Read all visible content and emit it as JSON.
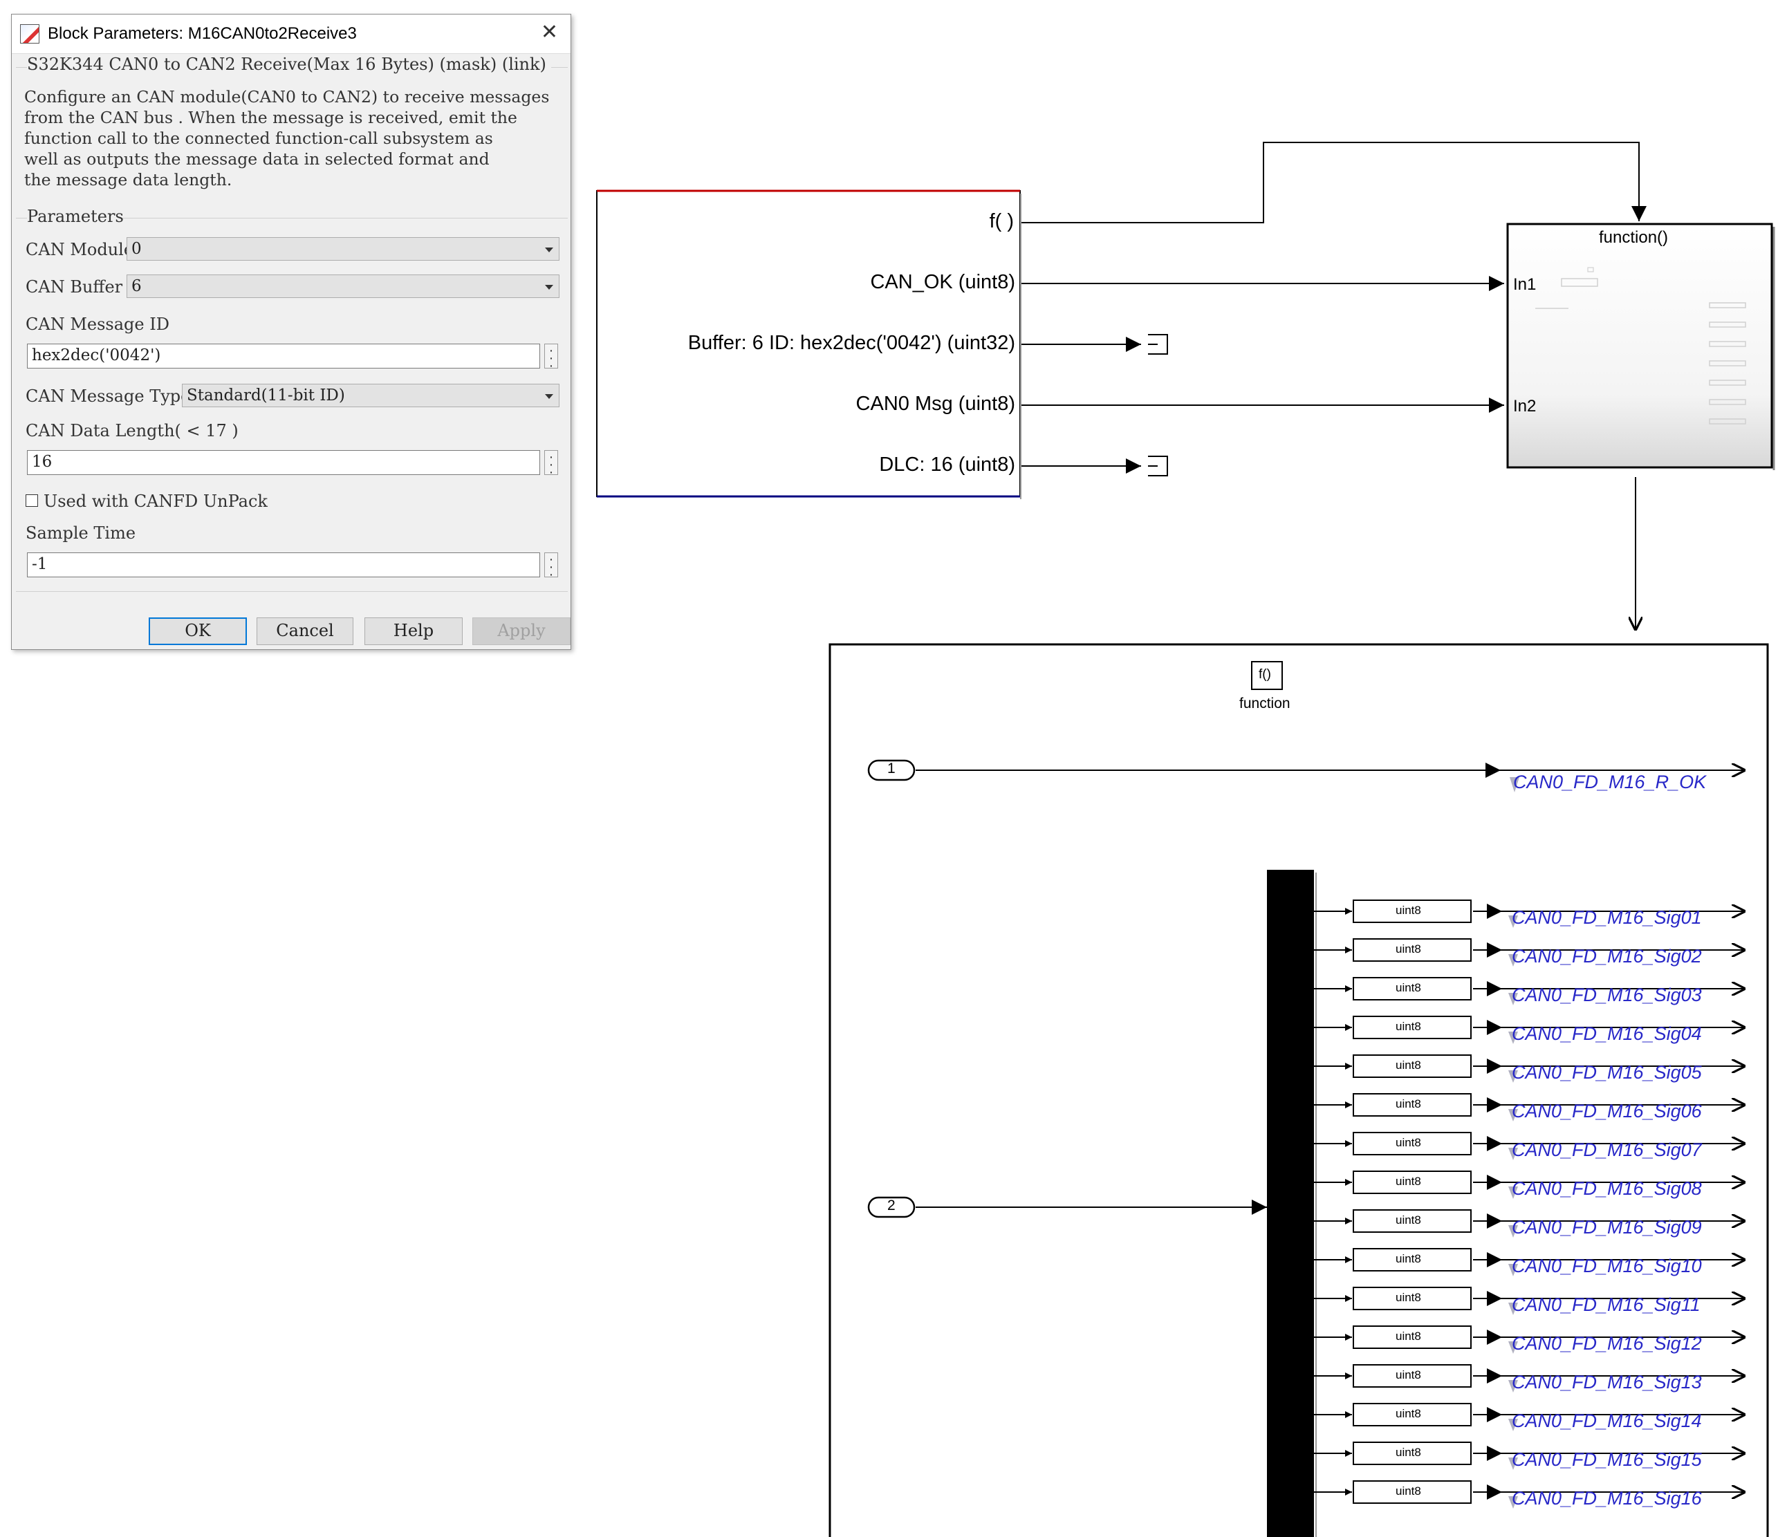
{
  "dialog": {
    "title": "Block Parameters: M16CAN0to2Receive3",
    "group_title": "S32K344 CAN0 to CAN2 Receive(Max 16 Bytes) (mask) (link)",
    "description": "Configure an CAN module(CAN0 to CAN2) to receive messages\nfrom the CAN bus . When the message is received, emit the\nfunction call to the connected function-call subsystem as\nwell as outputs the message data in selected format and\nthe message data length.",
    "parameters_title": "Parameters",
    "can_module_label": "CAN Module",
    "can_module_value": "0",
    "can_buffer_label": "CAN Buffer",
    "can_buffer_value": "6",
    "can_msg_id_label": "CAN Message ID",
    "can_msg_id_value": "hex2dec('0042')",
    "can_msg_type_label": "CAN Message Type",
    "can_msg_type_value": "Standard(11-bit ID)",
    "can_data_length_label": "CAN Data Length( < 17 )",
    "can_data_length_value": "16",
    "canfd_unpack_label": "Used with CANFD UnPack",
    "canfd_unpack_checked": false,
    "sample_time_label": "Sample Time",
    "sample_time_value": "-1",
    "buttons": {
      "ok": "OK",
      "cancel": "Cancel",
      "help": "Help",
      "apply": "Apply"
    }
  },
  "diagram": {
    "receive_block": {
      "ports": [
        "f( )",
        "CAN_OK (uint8)",
        "Buffer: 6  ID: hex2dec('0042') (uint32)",
        "CAN0 Msg (uint8)",
        "DLC: 16 (uint8)"
      ]
    },
    "subsystem": {
      "trigger_label": "function()",
      "in1": "In1",
      "in2": "In2"
    },
    "inner": {
      "function_block_symbol": "f()",
      "function_block_label": "function",
      "inport1": "1",
      "inport2": "2",
      "ok_signal": "CAN0_FD_M16_R_OK",
      "convert_label": "uint8",
      "signals": [
        "CAN0_FD_M16_Sig01",
        "CAN0_FD_M16_Sig02",
        "CAN0_FD_M16_Sig03",
        "CAN0_FD_M16_Sig04",
        "CAN0_FD_M16_Sig05",
        "CAN0_FD_M16_Sig06",
        "CAN0_FD_M16_Sig07",
        "CAN0_FD_M16_Sig08",
        "CAN0_FD_M16_Sig09",
        "CAN0_FD_M16_Sig10",
        "CAN0_FD_M16_Sig11",
        "CAN0_FD_M16_Sig12",
        "CAN0_FD_M16_Sig13",
        "CAN0_FD_M16_Sig14",
        "CAN0_FD_M16_Sig15",
        "CAN0_FD_M16_Sig16"
      ]
    }
  },
  "colors": {
    "signal_text": "#2828c8",
    "block_border_red": "#c00000",
    "block_border_blue": "#000080",
    "default_button_border": "#0078d7"
  }
}
